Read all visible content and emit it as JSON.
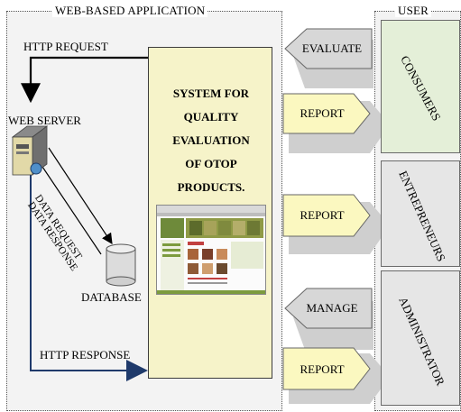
{
  "groups": {
    "web_app_title": "WEB-BASED APPLICATION",
    "user_title": "USER"
  },
  "left": {
    "http_request": "HTTP REQUEST",
    "web_server": "WEB SERVER",
    "data_request": "DATA REQUEST",
    "data_response": "DATA RESPONSE",
    "database": "DATABASE",
    "http_response": "HTTP RESPONSE"
  },
  "system": {
    "title_lines": [
      "SYSTEM FOR",
      "QUALITY",
      "EVALUATION",
      "OF OTOP",
      "PRODUCTS."
    ]
  },
  "actions": {
    "evaluate": "EVALUATE",
    "report_1": "REPORT",
    "report_2": "REPORT",
    "manage": "MANAGE",
    "report_3": "REPORT"
  },
  "users": {
    "consumers": "CONSUMERS",
    "entrepreneurs": "ENTREPRENEURS",
    "administrator": "ADMINISTRATOR"
  },
  "colors": {
    "panel_fill": "#f6f3c9",
    "arrow_yellow": "#fbf8c0",
    "arrow_gray": "#d7d7d7",
    "response_arrow": "#1f3a6b",
    "user_card": "#e6e6e6",
    "consumer_card": "#e4efd8"
  }
}
